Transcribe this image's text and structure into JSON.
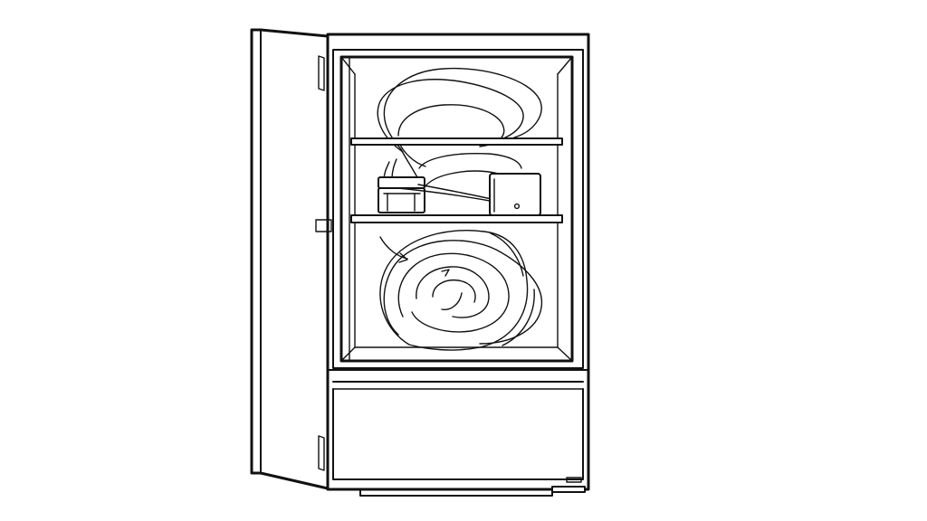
{
  "diagram": {
    "subject": "refrigerator-airflow-illustration",
    "colors": {
      "line": "#111111",
      "background": "#ffffff"
    },
    "parts": [
      "open-door",
      "refrigerator-cabinet",
      "upper-shelf",
      "lower-shelf",
      "jar",
      "box",
      "airflow-swirl-upper",
      "airflow-swirl-lower",
      "drawer",
      "feet"
    ]
  }
}
